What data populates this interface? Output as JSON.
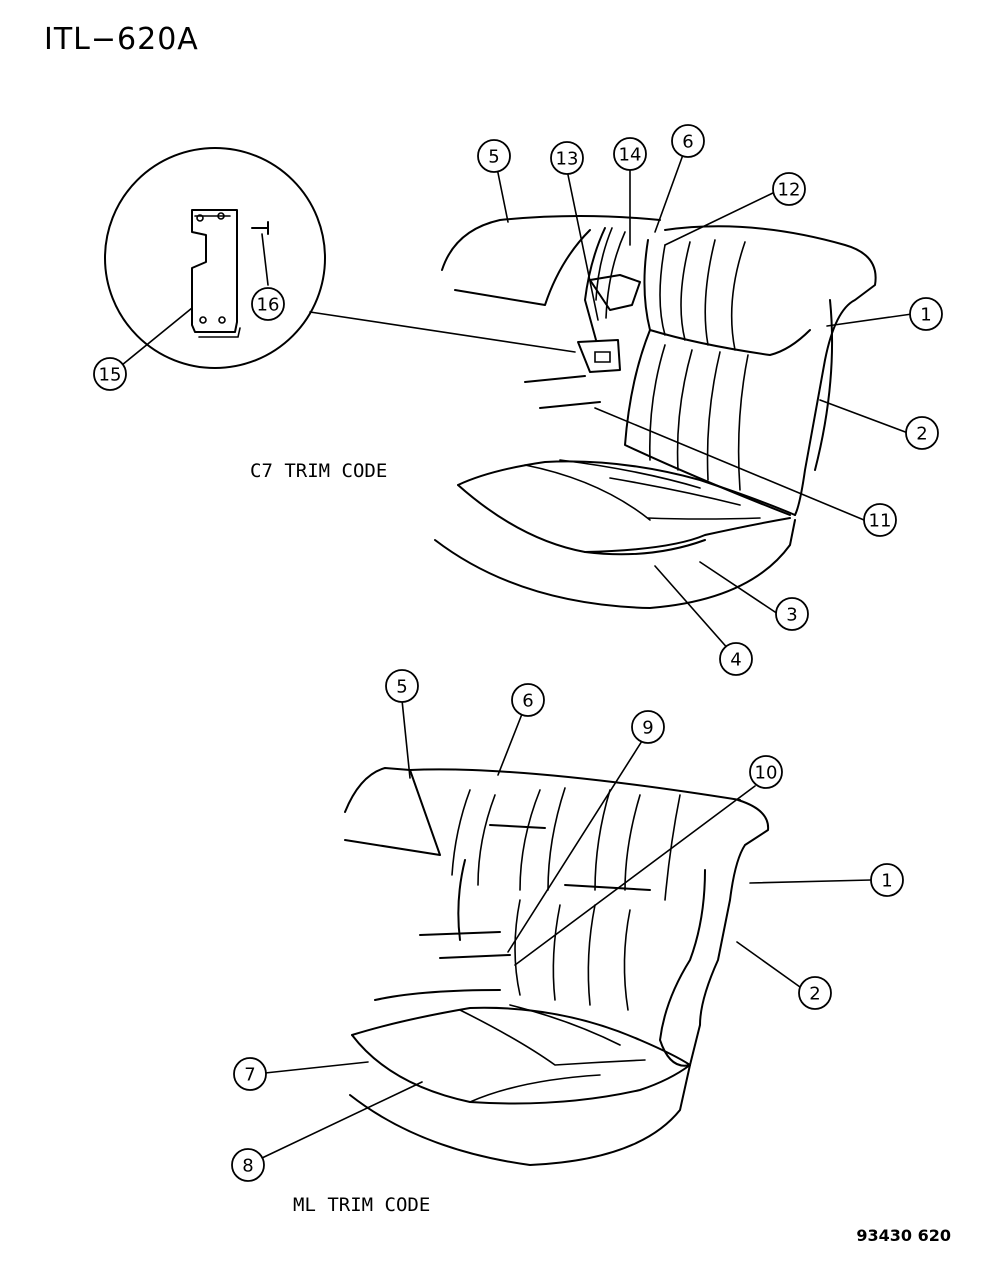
{
  "header": {
    "title": "ITL−620A"
  },
  "sections": [
    {
      "label": "C7 TRIM CODE"
    },
    {
      "label": "ML TRIM CODE"
    }
  ],
  "figure_code": "93430  620",
  "callouts": {
    "c7": [
      "5",
      "13",
      "14",
      "6",
      "12",
      "1",
      "2",
      "11",
      "3",
      "4",
      "15",
      "16"
    ],
    "ml": [
      "5",
      "6",
      "9",
      "10",
      "1",
      "2",
      "7",
      "8"
    ]
  }
}
